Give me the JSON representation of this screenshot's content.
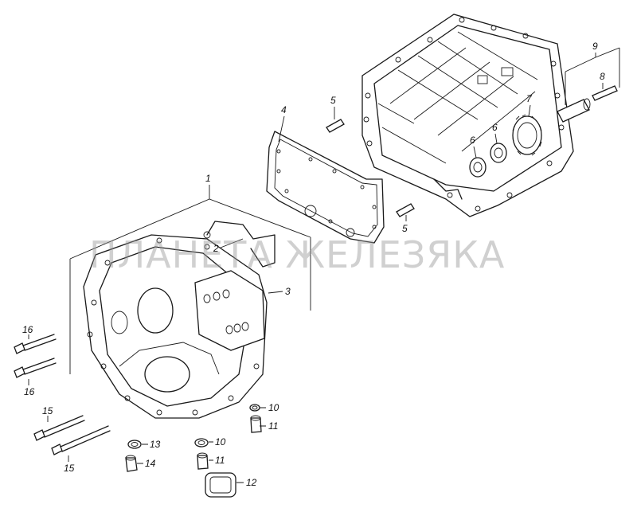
{
  "watermark": "ПЛАНЕТА ЖЕЛЕЗЯКА",
  "callouts": {
    "c1": "1",
    "c2": "2",
    "c3": "3",
    "c4": "4",
    "c5a": "5",
    "c5b": "5",
    "c6a": "6",
    "c6b": "6",
    "c7": "7",
    "c8": "8",
    "c9": "9",
    "c10a": "10",
    "c10b": "10",
    "c11a": "11",
    "c11b": "11",
    "c12": "12",
    "c13": "13",
    "c14": "14",
    "c15a": "15",
    "c15b": "15",
    "c16a": "16",
    "c16b": "16"
  }
}
